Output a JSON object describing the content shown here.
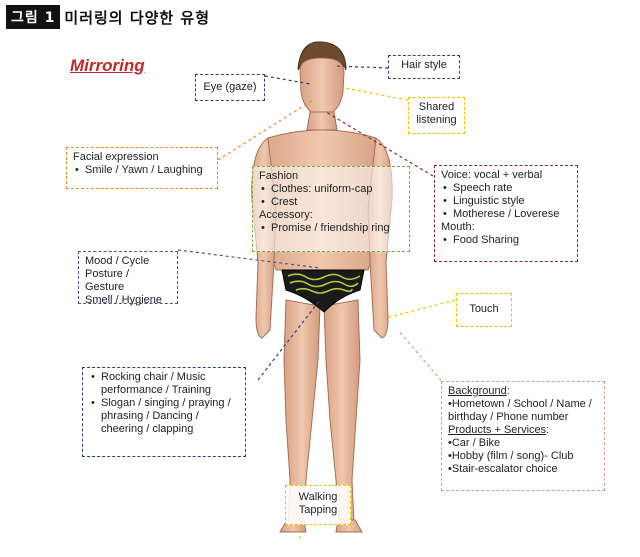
{
  "header": {
    "badge": "그림 1",
    "title": "미러링의 다양한 유형"
  },
  "mirroring_label": "Mirroring",
  "labels": {
    "hair_style": "Hair style",
    "eye_gaze": "Eye (gaze)",
    "shared_listening_1": "Shared",
    "shared_listening_2": "listening",
    "facial_title": "Facial expression",
    "facial_items": "Smile / Yawn / Laughing",
    "fashion_title": "Fashion",
    "fashion_items": [
      "Clothes: uniform-cap",
      "Crest"
    ],
    "accessory_title": "Accessory:",
    "accessory_items": [
      "Promise / friendship ring"
    ],
    "voice_title": "Voice: vocal  +  verbal",
    "voice_items": [
      "Speech rate",
      "Linguistic style",
      "Motherese / Loverese"
    ],
    "mouth_title": "Mouth:",
    "mouth_items": [
      "Food Sharing"
    ],
    "mood_lines": [
      "Mood / Cycle",
      "Posture / Gesture",
      "Smell / Hygiene"
    ],
    "touch": "Touch",
    "rocking_items": [
      "Rocking chair / Music performance / Training",
      "Slogan / singing / praying / phrasing / Dancing / cheering / clapping"
    ],
    "background_title": "Background",
    "background_colon": ":",
    "background_lines": [
      "•Hometown / School / Name / birthday / Phone number"
    ],
    "products_title": "Products + Services",
    "products_colon": ":",
    "products_lines": [
      "•Car / Bike",
      "•Hobby (film / song)- Club",
      "•Stair-escalator choice"
    ],
    "walking_1": "Walking",
    "walking_2": "Tapping"
  },
  "colors": {
    "navy": "#2f3e86",
    "gold": "#f2c200",
    "orange": "#ee8a2a",
    "green": "#76b036",
    "maroon": "#8e2a2a",
    "purple": "#5a4a9a",
    "rose": "#e09a8a",
    "title_red": "#c62828",
    "skin": "#e8b89c"
  }
}
